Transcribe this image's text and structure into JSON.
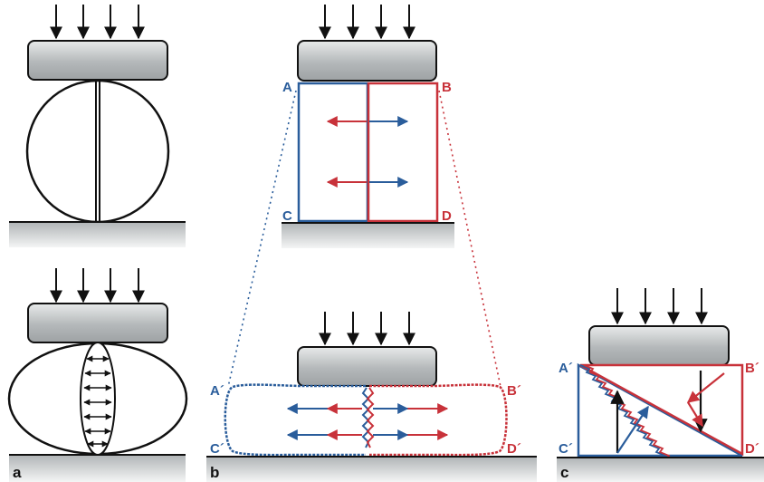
{
  "panels": {
    "a": {
      "label": "a"
    },
    "b": {
      "label": "b",
      "corners_top": [
        "A",
        "B",
        "C",
        "D"
      ],
      "corners_bottom": [
        "A´",
        "B´",
        "C´",
        "D´"
      ]
    },
    "c": {
      "label": "c",
      "corners": [
        "A´",
        "B´",
        "C´",
        "D´"
      ]
    }
  },
  "colors": {
    "blue": "#2a5d9b",
    "red": "#c8323a",
    "outline": "#111111",
    "plate": "#b8bcbe"
  }
}
